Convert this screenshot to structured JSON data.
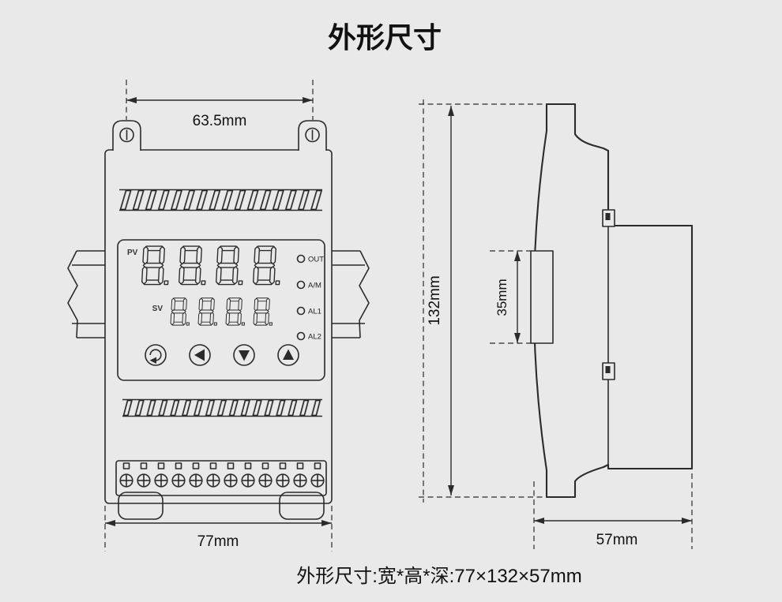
{
  "page": {
    "title": "外形尺寸",
    "caption": "外形尺寸:宽*高*深:77×132×57mm",
    "colors": {
      "background": "#e9e9e9",
      "line": "#2b2b2b"
    }
  },
  "front_view": {
    "dim_mount_width": "63.5mm",
    "dim_body_width": "77mm",
    "display": {
      "pv_label": "PV",
      "sv_label": "SV",
      "pv_value": "8.8.8.8",
      "sv_value": "8.8.8.8",
      "indicators": [
        "OUT",
        "A/M",
        "AL1",
        "AL2"
      ],
      "buttons": [
        {
          "name": "set-cycle-key",
          "glyph": "↺"
        },
        {
          "name": "shift-left-key",
          "glyph": "◀"
        },
        {
          "name": "down-key",
          "glyph": "▼"
        },
        {
          "name": "up-key",
          "glyph": "▲"
        }
      ]
    }
  },
  "side_view": {
    "dim_height": "132mm",
    "dim_rail_height": "35mm",
    "dim_depth": "57mm"
  }
}
